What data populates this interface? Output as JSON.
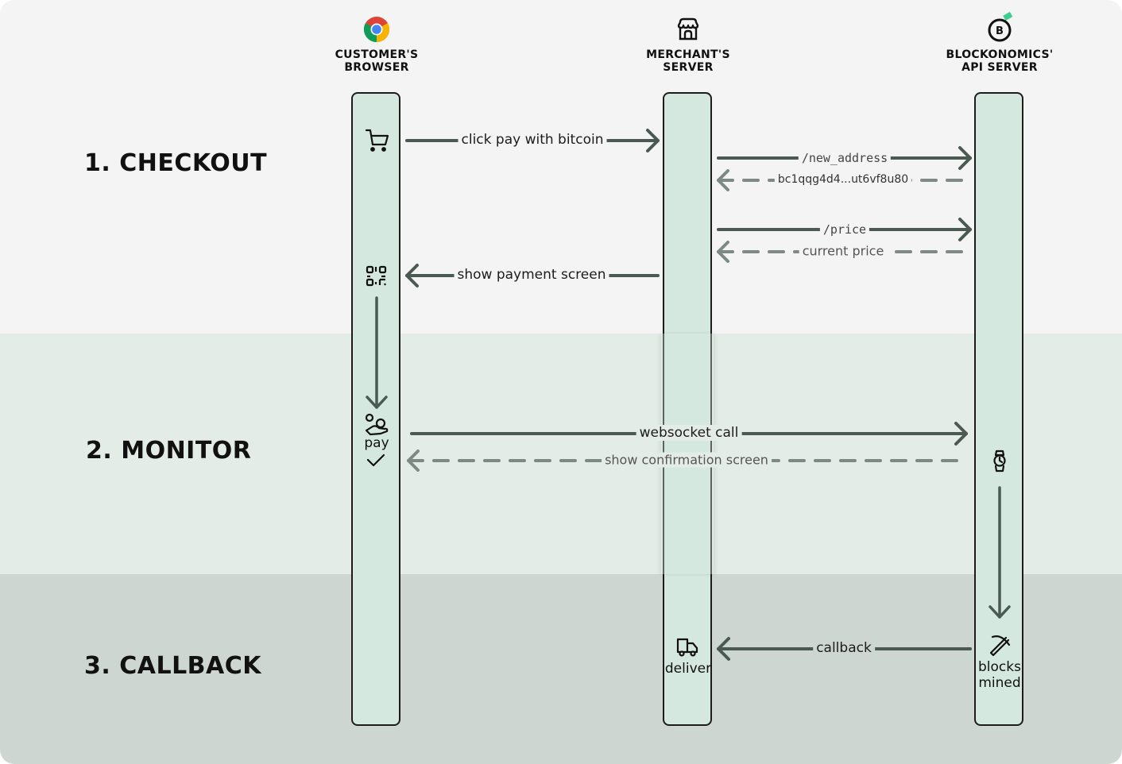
{
  "phases": [
    {
      "label": "1. CHECKOUT"
    },
    {
      "label": "2. MONITOR"
    },
    {
      "label": "3. CALLBACK"
    }
  ],
  "actors": [
    {
      "name": "CUSTOMER'S BROWSER",
      "line1": "CUSTOMER'S",
      "line2": "BROWSER",
      "icon": "chrome-icon"
    },
    {
      "name": "MERCHANT'S SERVER",
      "line1": "MERCHANT'S",
      "line2": "SERVER",
      "icon": "store-icon"
    },
    {
      "name": "BLOCKONOMICS' API SERVER",
      "line1": "BLOCKONOMICS'",
      "line2": "API SERVER",
      "icon": "blockonomics-logo-icon"
    }
  ],
  "messages": {
    "click_pay": "click pay with bitcoin",
    "new_address": "/new_address",
    "address_reply": "bc1qqg4d4...ut6vf8u80",
    "price": "/price",
    "price_reply": "current price",
    "show_payment": "show payment screen",
    "websocket": "websocket call",
    "confirmation": "show confirmation screen",
    "callback": "callback"
  },
  "steps": {
    "pay": "pay",
    "deliver": "deliver",
    "blocks_mined_line1": "blocks",
    "blocks_mined_line2": "mined"
  },
  "icons": {
    "cart": "cart-icon",
    "qr": "qr-code-icon",
    "pay_hand": "hand-coin-icon",
    "check": "check-icon",
    "watch": "watch-icon",
    "truck": "truck-icon",
    "pickaxe": "pickaxe-icon"
  },
  "colors": {
    "arrow": "#4a5a52",
    "reply_arrow": "#7d8a84",
    "lifeline_fill": "#d5e8df",
    "accent_green": "#3ecf8e"
  }
}
